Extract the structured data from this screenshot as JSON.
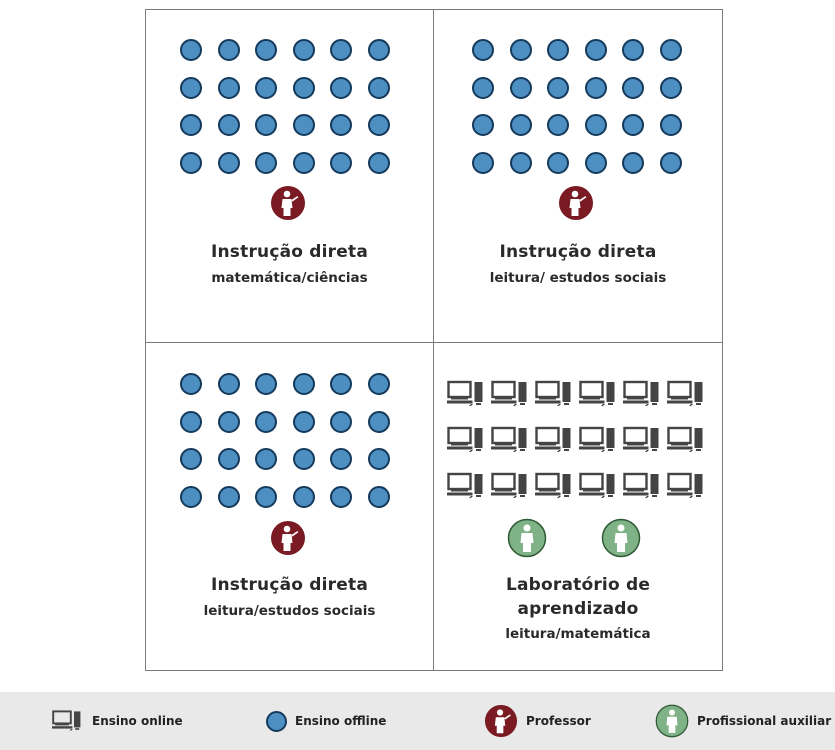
{
  "quadrants": [
    {
      "line1": "Instrução direta",
      "line2": "matemática/ciências"
    },
    {
      "line1": "Instrução direta",
      "line2": "leitura/ estudos sociais"
    },
    {
      "line1": "Instrução direta",
      "line2": "leitura/estudos sociais"
    },
    {
      "line1": "Laboratório de",
      "line1b": "aprendizado",
      "line2": "leitura/matemática"
    }
  ],
  "legend": {
    "online": "Ensino online",
    "offline": "Ensino offline",
    "teacher": "Professor",
    "helper": "Profissional auxiliar"
  },
  "colors": {
    "offline_dot": "#4e8fc2",
    "teacher": "#7a1a22",
    "helper": "#7fb286",
    "computer": "#555555"
  },
  "icons": {
    "online": "computer-icon",
    "offline": "circle-dot-icon",
    "teacher": "teacher-icon",
    "helper": "helper-icon"
  }
}
